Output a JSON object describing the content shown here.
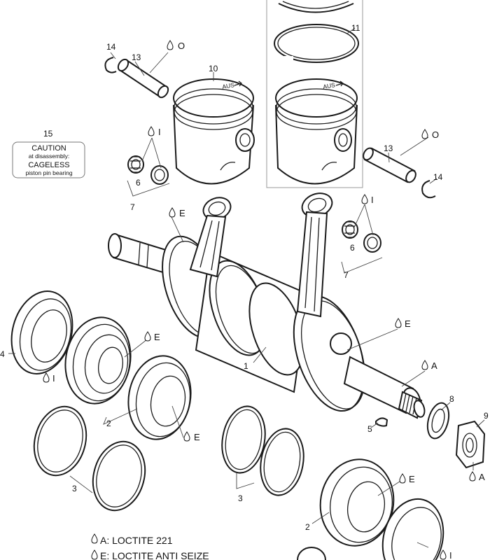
{
  "callouts": {
    "n1": "1",
    "n2a": "2",
    "n2b": "2",
    "n3a": "3",
    "n3b": "3",
    "n4": "4",
    "n5": "5",
    "n6a": "6",
    "n6b": "6",
    "n7a": "7",
    "n7b": "7",
    "n8": "8",
    "n9": "9",
    "n10": "10",
    "n11": "11",
    "n13a": "13",
    "n13b": "13",
    "n14a": "14",
    "n14b": "14",
    "n15": "15"
  },
  "product_codes": {
    "o_left": "O",
    "o_right": "O",
    "i_left": "I",
    "i_right": "I",
    "e_rod": "E",
    "e_web": "E",
    "a_shaft": "A",
    "e_bearing1": "E",
    "e_bearing2": "E",
    "i_seal": "I",
    "a_nut": "A",
    "e_bearing3": "E",
    "i_bottom": "I"
  },
  "caution": {
    "title": "CAUTION",
    "line1": "at disassembly:",
    "line2": "CAGELESS",
    "line3": "piston pin bearing"
  },
  "legend": {
    "a": "A: LOCTITE 221",
    "e": "E: LOCTITE ANTI SEIZE"
  }
}
